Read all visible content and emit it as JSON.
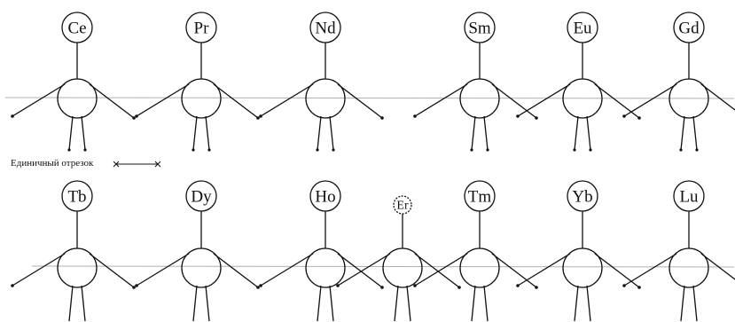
{
  "unit_segment_label": "Единичный отрезок",
  "rows": [
    {
      "figures": [
        {
          "symbol": "Ce",
          "fill": "#ecec7a",
          "dashed_label": false
        },
        {
          "symbol": "Pr",
          "fill": "#4fa585",
          "dashed_label": false
        },
        {
          "symbol": "Nd",
          "fill": "#dcb8d6",
          "dashed_label": false
        },
        {
          "symbol": "Sm",
          "fill": "#ffffff",
          "dashed_label": false
        },
        {
          "symbol": "Eu",
          "fill": "#ffffff",
          "dashed_label": false
        },
        {
          "symbol": "Gd",
          "fill": "#ffffff",
          "dashed_label": false
        }
      ]
    },
    {
      "figures": [
        {
          "symbol": "Tb",
          "fill": "#ffffff",
          "dashed_label": false
        },
        {
          "symbol": "Dy",
          "fill": "#ffffff",
          "dashed_label": false
        },
        {
          "symbol": "Ho",
          "fill": "#f3e2ee",
          "dashed_label": false
        },
        {
          "symbol": "Er",
          "fill": "#e6c6dd",
          "dashed_label": true
        },
        {
          "symbol": "Tm",
          "fill": "#cfe8c9",
          "dashed_label": false
        },
        {
          "symbol": "Yb",
          "fill": "#ffffff",
          "dashed_label": false
        },
        {
          "symbol": "Lu",
          "fill": "#ffffff",
          "dashed_label": false
        }
      ]
    }
  ]
}
